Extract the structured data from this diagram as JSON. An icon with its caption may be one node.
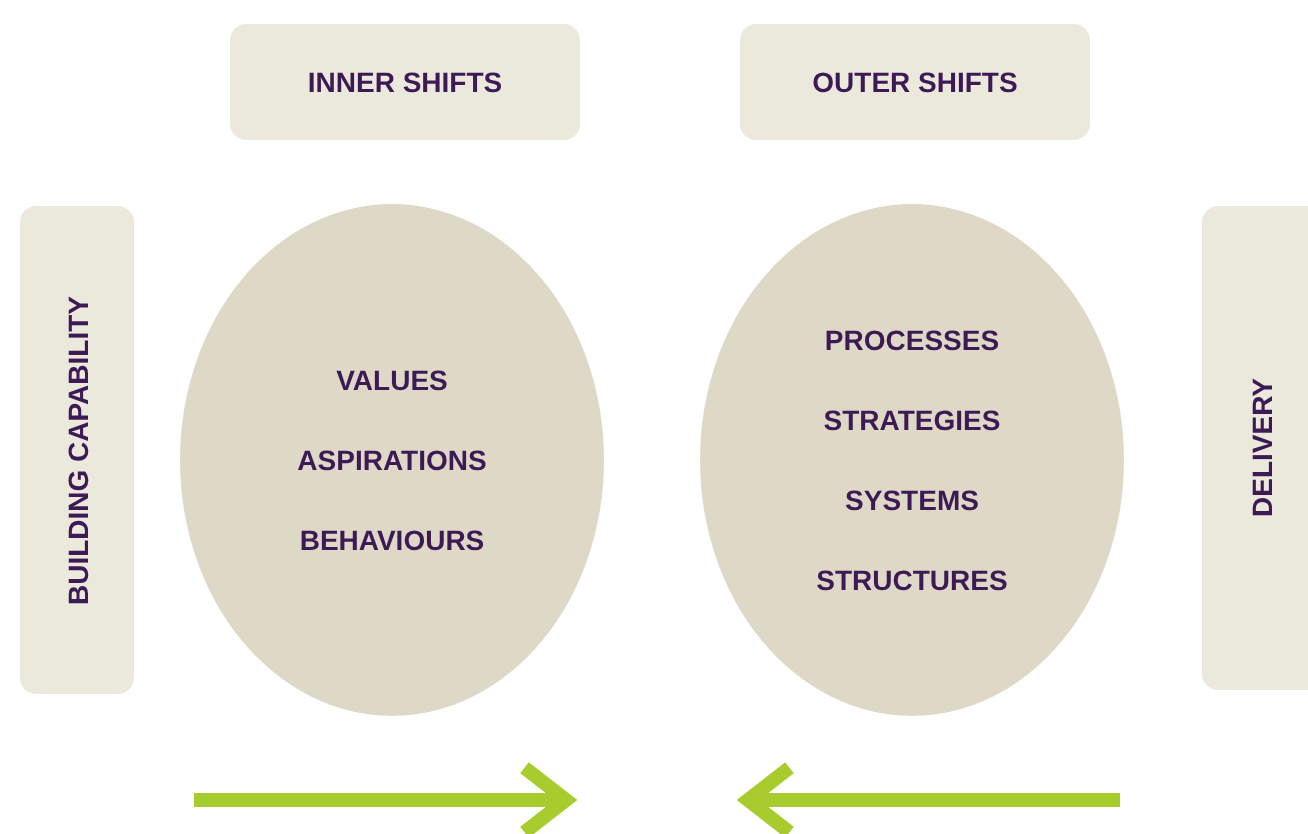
{
  "diagram": {
    "nodes": [
      {
        "text": [
          "INNER SHIFTS"
        ]
      },
      {
        "text": [
          "OUTER SHIFTS"
        ]
      },
      {
        "text": [
          "BUILDING CAPABILITY"
        ]
      },
      {
        "text": [
          "VALUES",
          "ASPIRATIONS",
          "BEHAVIOURS"
        ]
      },
      {
        "text": [
          "PROCESSES",
          "STRATEGIES",
          "SYSTEMS",
          "STRUCTURES"
        ]
      },
      {
        "text": [
          "DELIVERY"
        ]
      }
    ]
  }
}
